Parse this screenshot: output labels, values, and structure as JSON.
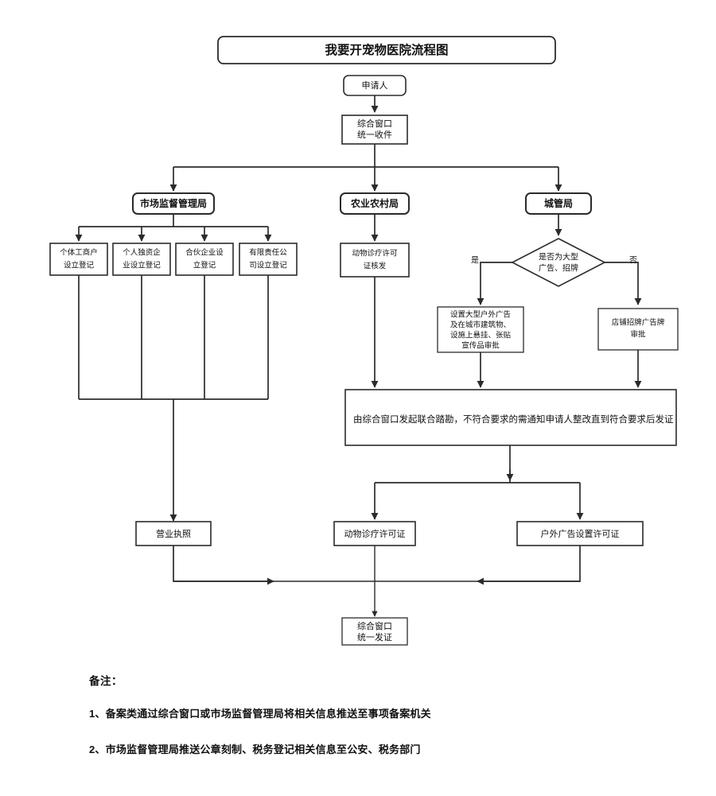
{
  "chart_data": {
    "type": "diagram",
    "title": "我要开宠物医院流程图",
    "diagram_kind": "flowchart",
    "orientation": "top-to-bottom"
  },
  "title": {
    "text": "我要开宠物医院流程图"
  },
  "nodes": {
    "applicant": {
      "label": "申请人",
      "shape": "rounded-rect"
    },
    "intake": {
      "line1": "综合窗口",
      "line2": "统一收件",
      "shape": "rect"
    },
    "dept_market": {
      "label": "市场监督管理局",
      "shape": "rounded-rect"
    },
    "dept_agriculture": {
      "label": "农业农村局",
      "shape": "rounded-rect"
    },
    "dept_urban": {
      "label": "城管局",
      "shape": "rounded-rect"
    },
    "reg_individual": {
      "line1": "个体工商户",
      "line2": "设立登记",
      "shape": "rect"
    },
    "reg_sole": {
      "line1": "个人独资企",
      "line2": "业设立登记",
      "shape": "rect"
    },
    "reg_partnership": {
      "line1": "合伙企业设",
      "line2": "立登记",
      "shape": "rect"
    },
    "reg_limited": {
      "line1": "有限责任公",
      "line2": "司设立登记",
      "shape": "rect"
    },
    "animal_license_issue": {
      "line1": "动物诊疗许可",
      "line2": "证核发",
      "shape": "rect"
    },
    "decision_large_ad": {
      "line1": "是否为大型",
      "line2": "广告、招牌",
      "shape": "diamond"
    },
    "branch_yes": {
      "label": "是"
    },
    "branch_no": {
      "label": "否"
    },
    "large_outdoor_ad": {
      "line1": "设置大型户外广告",
      "line2": "及在城市建筑物、",
      "line3": "设施上悬挂、张贴",
      "line4": "宣传品审批",
      "shape": "rect"
    },
    "shop_signboard": {
      "line1": "店铺招牌广告牌",
      "line2": "审批",
      "shape": "rect"
    },
    "joint_survey": {
      "text": "由综合窗口发起联合踏勘，不符合要求的需通知申请人整改直到符合要求后发证",
      "shape": "rect"
    },
    "result_business_license": {
      "label": "营业执照",
      "shape": "rect"
    },
    "result_animal_license": {
      "label": "动物诊疗许可证",
      "shape": "rect"
    },
    "result_outdoor_ad_permit": {
      "label": "户外广告设置许可证",
      "shape": "rect"
    },
    "issue": {
      "line1": "综合窗口",
      "line2": "统一发证",
      "shape": "rect"
    }
  },
  "notes": {
    "heading": "备注：",
    "items": [
      "1、备案类通过综合窗口或市场监督管理局将相关信息推送至事项备案机关",
      "2、市场监督管理局推送公章刻制、税务登记相关信息至公安、税务部门"
    ]
  },
  "colors": {
    "stroke": "#2b2b2b",
    "fill": "#ffffff",
    "text": "#111111",
    "background": "#ffffff"
  }
}
